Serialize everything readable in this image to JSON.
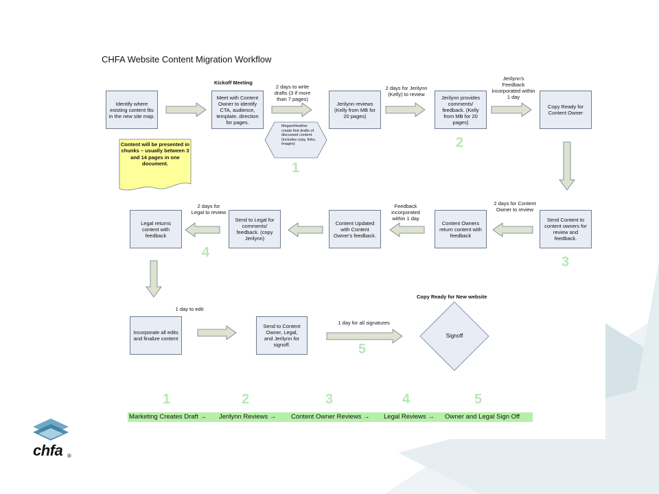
{
  "title": "CHFA Website Content Migration Workflow",
  "kickoff_label": "Kickoff Meeting",
  "copy_ready_label": "Copy Ready for New website",
  "boxes": {
    "identify": "Identify where existing content fits in the new site map.",
    "meet": "Meet with Content Owner to identify CTA, audience, template, direction for pages.",
    "jerilynn_reviews": "Jerilynn reviews (Kelly from MB for 20 pages)",
    "jerilynn_provides": "Jerilynn provides comments/ feedback. (Kelly from MB for 20 pages)",
    "copy_ready": "Copy Ready for Content Owner",
    "send_owners": "Send Content to content owners for review and feedback.",
    "owners_return": "Content Owners return content with feedback",
    "content_updated": "Content Updated with Content Owner's feedback.",
    "send_legal": "Send to Legal for comments/ feedback. (copy Jerilynn)",
    "legal_returns": "Legal returns content with feedback",
    "incorporate": "Incorporate all edits and finalize content",
    "send_signoff": "Send to Content Owner, Legal, and Jerilynn for signoff.",
    "signoff": "Signoff"
  },
  "arrow_labels": {
    "two_days_write": "2 days to write drafts (3 if more than 7 pages)",
    "two_days_jerilynn": "2 days for Jerilynn (Kelly) to review",
    "feedback_incorporated": "Jerilynn's Feedback incorporated within 1 day",
    "two_days_owner": "2 days for Content Owner to review",
    "feedback_1day": "Feedback incorporated within 1 day",
    "two_days_legal": "2 days for Legal to review",
    "one_day_edit": "1 day to edit",
    "one_day_signatures": "1 day for all signatures"
  },
  "hexagon_text": "Megan/Heather create first drafts of discussed content. (includes copy, links, images)",
  "note": "Content will be presented in chunks – usually between 3 and 14 pages in one document.",
  "step_numbers": [
    "1",
    "2",
    "3",
    "4",
    "5"
  ],
  "legend": {
    "numbers": [
      "1",
      "2",
      "3",
      "4",
      "5"
    ],
    "items": [
      "Marketing Creates Draft →",
      "Jerilynn Reviews →",
      "Content Owner Reviews →",
      "Legal Reviews →",
      "Owner and Legal Sign Off"
    ]
  },
  "logo": {
    "text": "chfa",
    "mark": "®"
  },
  "colors": {
    "box_fill": "#e8ecf4",
    "arrow_fill": "#dde3cf",
    "note_fill": "#ffff99",
    "step_number": "#b9e6b6",
    "legend_fill": "#b6f0a8",
    "deco": "#d5e3e8"
  }
}
